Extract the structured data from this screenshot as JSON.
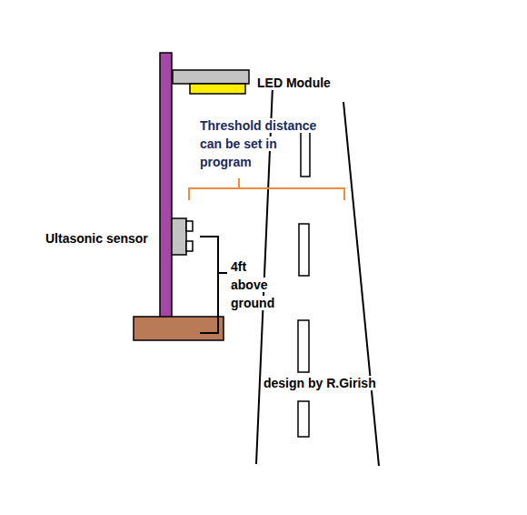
{
  "diagram": {
    "labels": [
      "LED Module",
      "Threshold distance can be set in program",
      "Ultasonic sensor",
      "4ft above ground",
      "design by R.Girish"
    ]
  }
}
